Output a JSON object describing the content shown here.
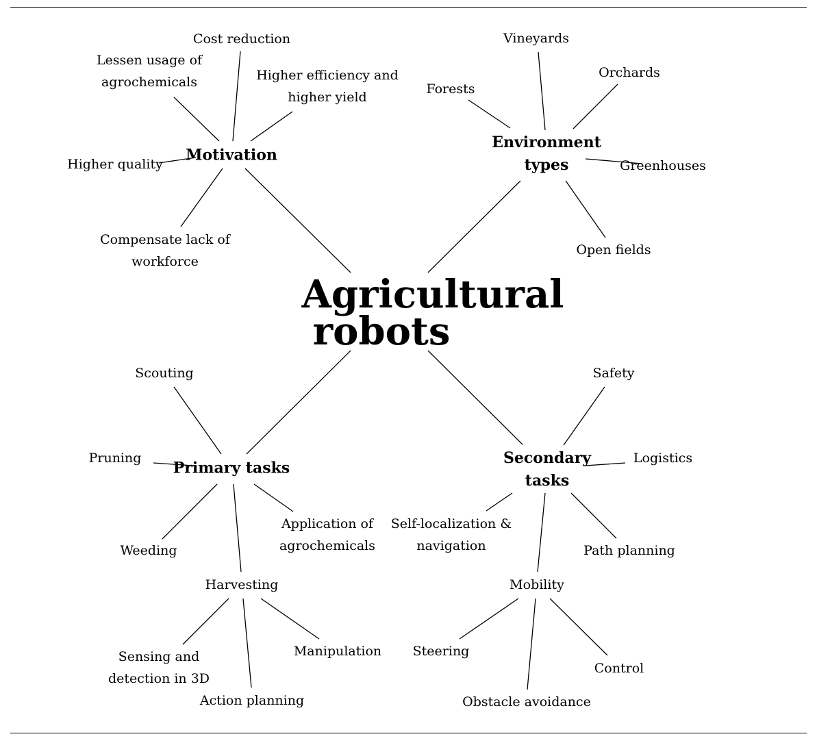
{
  "center": {
    "line1": "Agricultural",
    "line2": "robots"
  },
  "motivation": {
    "title": "Motivation",
    "items": {
      "cost_reduction": "Cost reduction",
      "lessen_l1": "Lessen usage of",
      "lessen_l2": "agrochemicals",
      "efficiency_l1": "Higher efficiency and",
      "efficiency_l2": "higher yield",
      "higher_quality": "Higher quality",
      "compensate_l1": "Compensate lack of",
      "compensate_l2": "workforce"
    }
  },
  "environment": {
    "title_l1": "Environment",
    "title_l2": "types",
    "items": {
      "vineyards": "Vineyards",
      "orchards": "Orchards",
      "forests": "Forests",
      "greenhouses": "Greenhouses",
      "open_fields": "Open fields"
    }
  },
  "primary": {
    "title": "Primary tasks",
    "items": {
      "scouting": "Scouting",
      "pruning": "Pruning",
      "weeding": "Weeding",
      "application_l1": "Application of",
      "application_l2": "agrochemicals",
      "harvesting": "Harvesting"
    },
    "harvesting_items": {
      "sensing_l1": "Sensing and",
      "sensing_l2": "detection in 3D",
      "action_planning": "Action planning",
      "manipulation": "Manipulation"
    }
  },
  "secondary": {
    "title_l1": "Secondary",
    "title_l2": "tasks",
    "items": {
      "safety": "Safety",
      "logistics": "Logistics",
      "selfloc_l1": "Self-localization &",
      "selfloc_l2": "navigation",
      "path_planning": "Path planning",
      "mobility": "Mobility"
    },
    "mobility_items": {
      "steering": "Steering",
      "obstacle_avoidance": "Obstacle avoidance",
      "control": "Control"
    }
  }
}
